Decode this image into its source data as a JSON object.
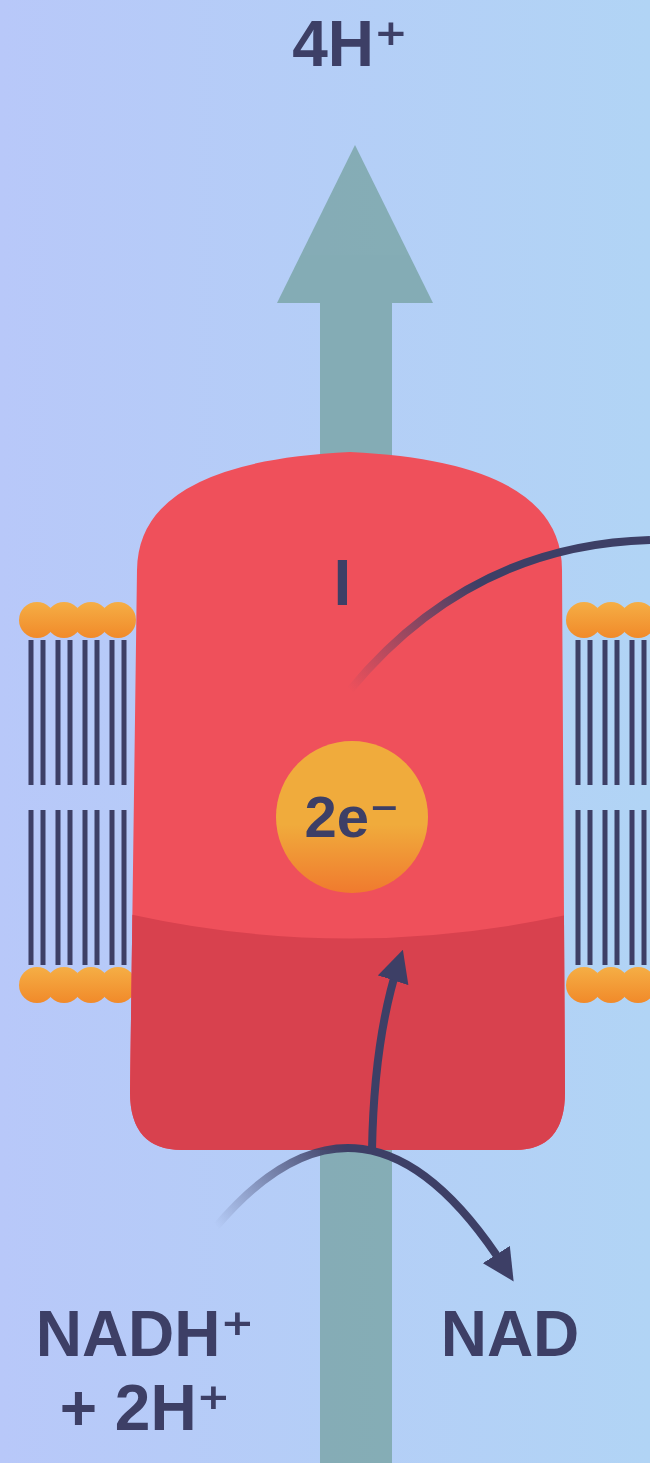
{
  "diagram": {
    "nodes": [
      {
        "text": [
          "I"
        ]
      },
      {
        "text": [
          "2e⁻"
        ],
        "in": 0
      }
    ],
    "labels": [
      "4H⁺",
      "NADH⁺ + 2H⁺",
      "NAD"
    ]
  }
}
